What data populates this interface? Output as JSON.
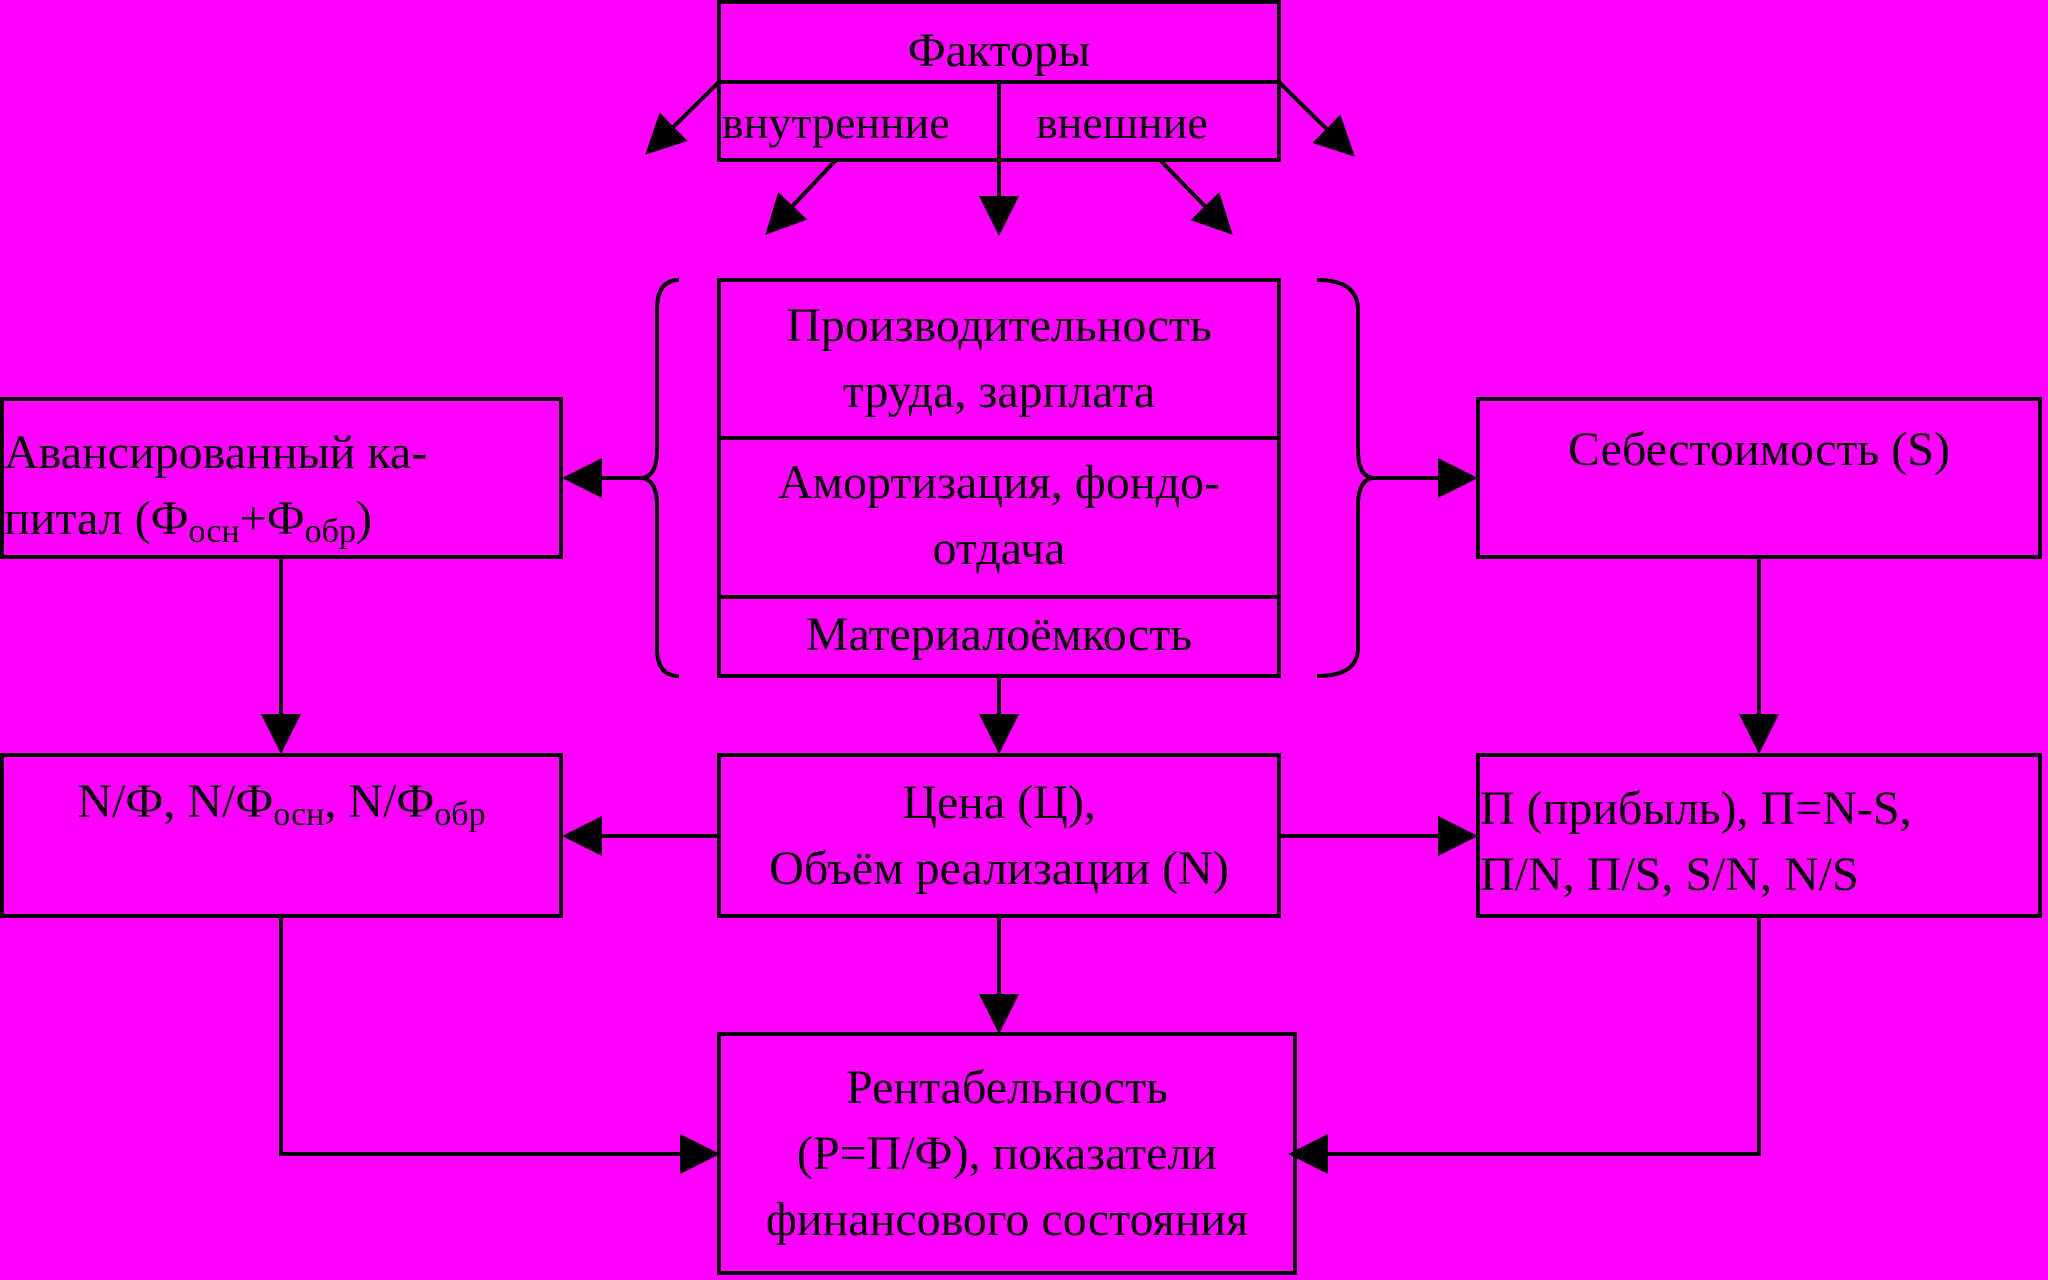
{
  "colors": {
    "background": "#ff00ff",
    "ink": "#000000"
  },
  "factors": {
    "title": "Факторы",
    "internal": "внутренние",
    "external": "внешние"
  },
  "center": {
    "productivity": [
      "Производительность",
      "труда, зарплата"
    ],
    "amortization": [
      "Амортизация, фондо-",
      "отдача"
    ],
    "material": "Материалоёмкость"
  },
  "capital": {
    "line1": "Авансированный ка-",
    "line2_prefix": "питал (Ф",
    "sub1": "осн",
    "plus": "+Ф",
    "sub2": "обр",
    "close": ")"
  },
  "cost": {
    "label": "Себестоимость (S)"
  },
  "ratios": {
    "a": "N/Ф, N/Ф",
    "sub1": "осн",
    "b": ", N/Ф",
    "sub2": "обр"
  },
  "price": {
    "line1": "Цена (Ц),",
    "line2": "Объём реализации (N)"
  },
  "profit": {
    "line1": "П (прибыль), П=N-S,",
    "line2": "П/N, П/S, S/N, N/S"
  },
  "profitability": {
    "line1": "Рентабельность",
    "line2": "(Р=П/Ф), показатели",
    "line3": "финансового состояния"
  }
}
